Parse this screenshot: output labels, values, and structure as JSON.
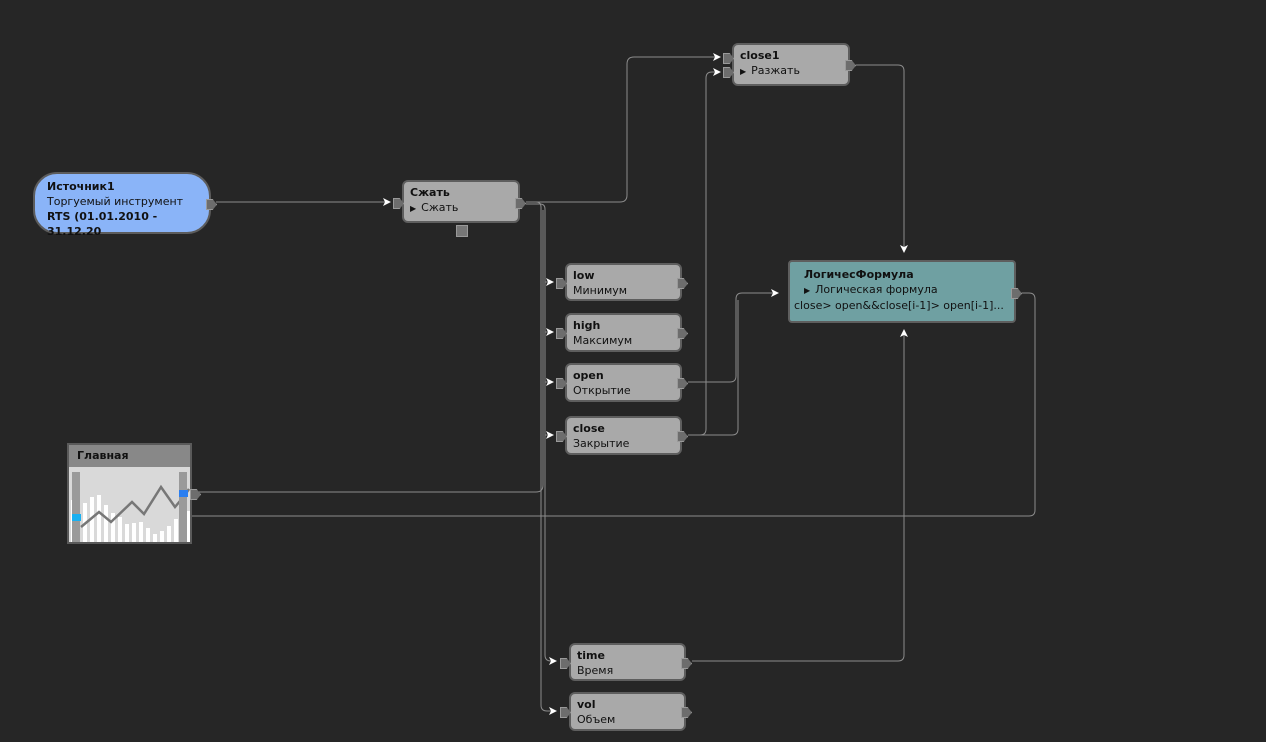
{
  "nodes": {
    "source": {
      "title": "Источник1",
      "line1": "Торгуемый инструмент",
      "line2": "RTS (01.01.2010 - 31.12.20"
    },
    "compress": {
      "title": "Сжать",
      "action": "Сжать"
    },
    "close1": {
      "title": "close1",
      "action": "Разжать"
    },
    "low": {
      "title": "low",
      "sub": "Минимум"
    },
    "high": {
      "title": "high",
      "sub": "Максимум"
    },
    "open": {
      "title": "open",
      "sub": "Открытие"
    },
    "close": {
      "title": "close",
      "sub": "Закрытие"
    },
    "time": {
      "title": "time",
      "sub": "Время"
    },
    "vol": {
      "title": "vol",
      "sub": "Объем"
    },
    "logic": {
      "title": "ЛогичесФормула",
      "action": "Логическая формула",
      "formula": "close> open&&close[i-1]> open[i-1]..."
    },
    "chart": {
      "title": "Главная"
    }
  },
  "colors": {
    "source": "#8ab4f8",
    "logic": "#6fa0a2",
    "node": "#a9a9a9",
    "wire": "#8c8c8c"
  }
}
